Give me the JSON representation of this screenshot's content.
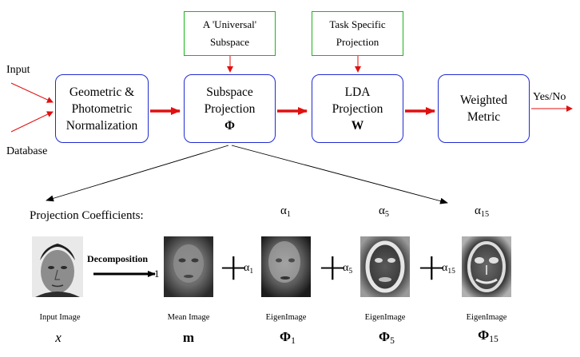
{
  "inputs": {
    "input_label": "Input",
    "database_label": "Database"
  },
  "pipeline": {
    "box1_line1": "Geometric &",
    "box1_line2": "Photometric",
    "box1_line3": "Normalization",
    "box2_line1": "Subspace",
    "box2_line2": "Projection",
    "box2_symbol": "Φ",
    "box3_line1": "LDA",
    "box3_line2": "Projection",
    "box3_symbol": "W",
    "box4_line1": "Weighted",
    "box4_line2": "Metric",
    "output_label": "Yes/No"
  },
  "top_notes": {
    "universal_line1": "A 'Universal'",
    "universal_line2": "Subspace",
    "task_line1": "Task Specific",
    "task_line2": "Projection"
  },
  "coefficients": {
    "title": "Projection Coefficients:",
    "alpha": "α",
    "a1_sub": "1",
    "a5_sub": "5",
    "a15_sub": "15"
  },
  "decomposition": {
    "label": "Decomposition",
    "one": "1"
  },
  "faces": {
    "input_caption": "Input Image",
    "input_symbol": "x",
    "mean_caption": "Mean Image",
    "mean_symbol": "m",
    "eigen_caption": "EigenImage",
    "phi": "Φ",
    "phi1_sub": "1",
    "phi5_sub": "5",
    "phi15_sub": "15"
  },
  "colors": {
    "box_border": "#1f2bd1",
    "note_border": "#1db31d",
    "flow_arrow": "#e01010"
  }
}
